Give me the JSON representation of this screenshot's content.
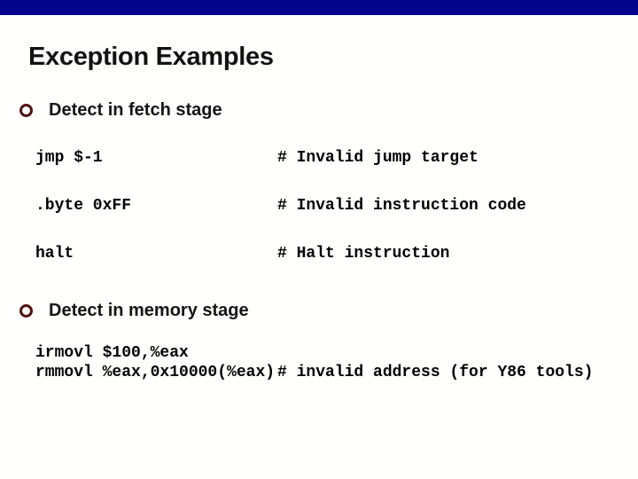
{
  "slide": {
    "title": "Exception Examples",
    "colors": {
      "top_bar": "#05058c",
      "bullet_ring": "#521111",
      "title_text": "#121212",
      "code_text": "#000000",
      "background": "#fffffe"
    },
    "sections": {
      "fetch": {
        "heading": "Detect in fetch stage",
        "lines": [
          {
            "code": "jmp $-1",
            "comment": "# Invalid jump target"
          },
          {
            "code": ".byte 0xFF",
            "comment": "# Invalid instruction code"
          },
          {
            "code": "halt",
            "comment": "# Halt instruction"
          }
        ]
      },
      "memory": {
        "heading": "Detect in memory stage",
        "lines": [
          {
            "code": "irmovl $100,%eax",
            "comment": ""
          },
          {
            "code": "rmmovl %eax,0x10000(%eax)",
            "comment": "# invalid address (for Y86 tools)"
          }
        ]
      }
    }
  }
}
